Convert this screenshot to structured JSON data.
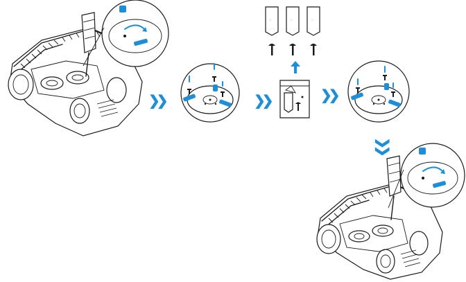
{
  "diagram": {
    "accent_color": "#1e8fd6",
    "line_color": "#1a1a1a",
    "steps": [
      {
        "id": "flip-mower",
        "icon": "mower-underside-with-zoom"
      },
      {
        "id": "remove-blades",
        "icon": "blade-disc-unscrew"
      },
      {
        "id": "new-blade-kit",
        "icon": "blade-pack"
      },
      {
        "id": "install-blades",
        "icon": "blade-disc-screw"
      },
      {
        "id": "mower-ready",
        "icon": "mower-underside-with-zoom"
      }
    ],
    "connectors": [
      "chevron-right",
      "chevron-right",
      "chevron-right",
      "chevron-down",
      "arrow-up"
    ]
  }
}
